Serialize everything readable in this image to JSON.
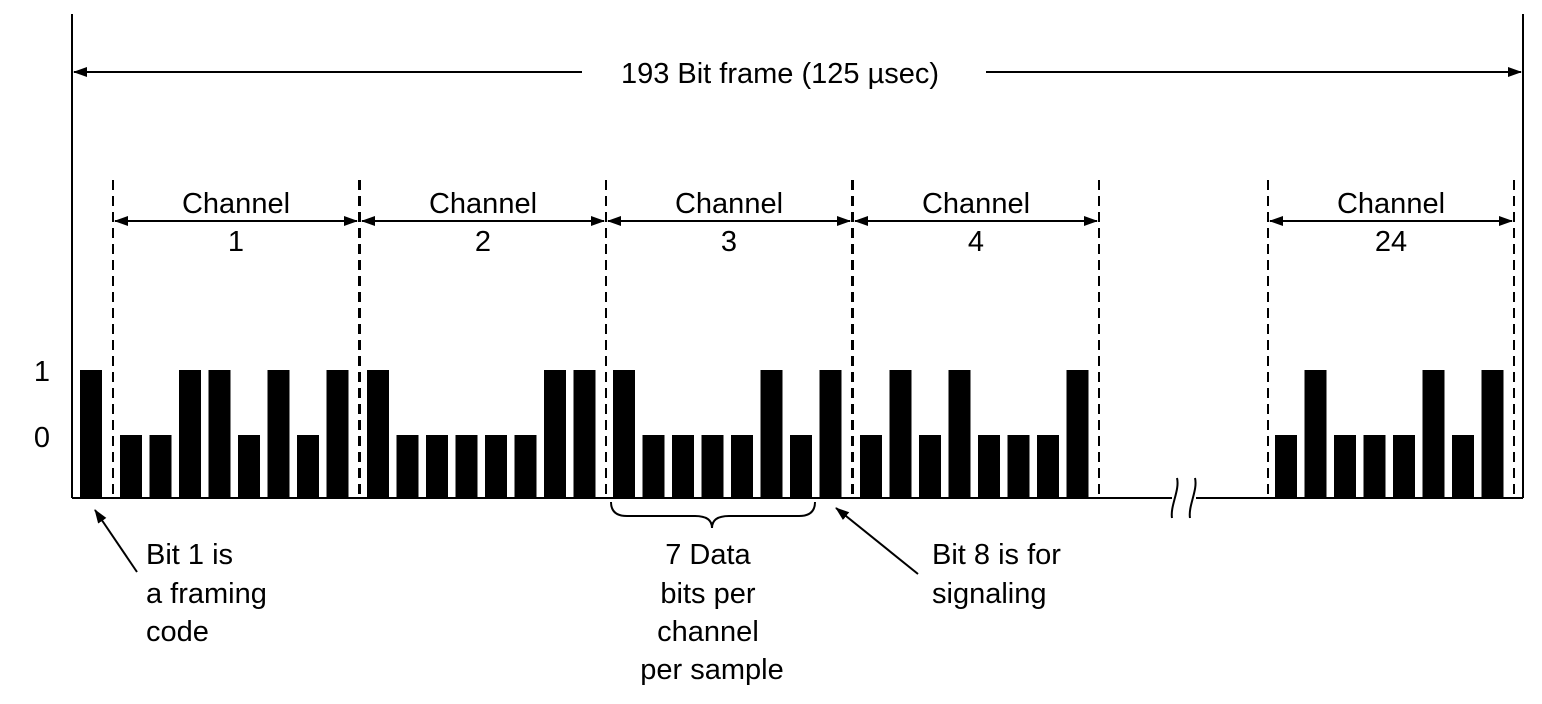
{
  "frame_label": "193 Bit frame  (125 µsec)",
  "level_labels": {
    "high": "1",
    "low": "0"
  },
  "channel_word": "Channel",
  "channels": [
    {
      "number": "1",
      "bits": [
        0,
        0,
        1,
        1,
        0,
        1,
        0,
        1
      ]
    },
    {
      "number": "2",
      "bits": [
        1,
        0,
        0,
        0,
        0,
        0,
        1,
        1
      ]
    },
    {
      "number": "3",
      "bits": [
        1,
        0,
        0,
        0,
        0,
        1,
        0,
        1
      ]
    },
    {
      "number": "4",
      "bits": [
        0,
        1,
        0,
        1,
        0,
        0,
        0,
        1
      ]
    },
    {
      "number": "24",
      "bits": [
        0,
        1,
        0,
        0,
        0,
        1,
        0,
        1
      ]
    }
  ],
  "framing_bit": 1,
  "annotations": {
    "framing": [
      "Bit 1 is",
      "a framing",
      "code"
    ],
    "data": [
      "7 Data",
      "bits per",
      "channel",
      "per sample"
    ],
    "signaling": [
      "Bit 8 is for",
      "signaling"
    ]
  },
  "colors": {
    "ink": "#000000",
    "background": "#ffffff"
  }
}
